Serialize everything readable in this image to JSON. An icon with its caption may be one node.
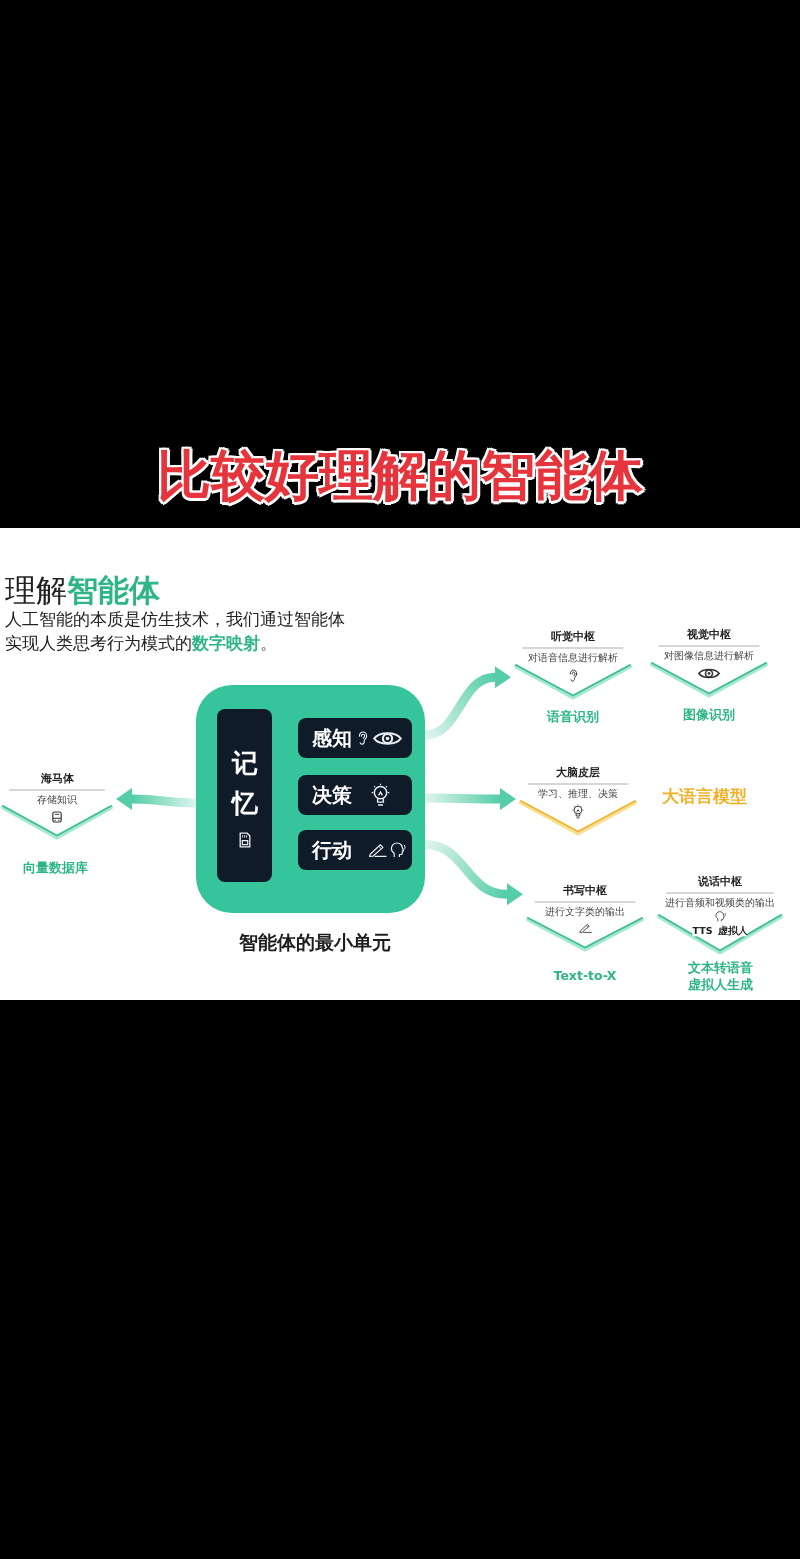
{
  "diagram": {
    "title": "比较好理解的智能体",
    "nodes": [
      {
        "text": [],
        "shape": "box",
        "beside": [
          "智能体的最小单元"
        ]
      },
      {
        "text": [
          "记忆"
        ],
        "in": 0
      },
      {
        "text": [
          "感知"
        ],
        "in": 0
      },
      {
        "text": [
          "决策"
        ],
        "in": 0
      },
      {
        "text": [
          "行动"
        ],
        "in": 0
      },
      {
        "text": [
          "海马体",
          "存储知识"
        ],
        "beside": [
          "向量数据库"
        ]
      },
      {
        "text": [
          "听觉中枢",
          "对语音信息进行解析"
        ],
        "beside": [
          "语音识别"
        ]
      },
      {
        "text": [
          "视觉中枢",
          "对图像信息进行解析"
        ],
        "beside": [
          "图像识别"
        ]
      },
      {
        "text": [
          "大脑皮层",
          "学习、推理、决策"
        ],
        "beside": [
          "大语言模型"
        ]
      },
      {
        "text": [
          "书写中枢",
          "进行文字类的输出"
        ],
        "beside": [
          "Text-to-X"
        ]
      },
      {
        "text": [
          "说话中枢",
          "进行音频和视频类的输出",
          "TTS",
          "虚拟人"
        ],
        "beside": [
          "文本转语音",
          "虚拟人生成"
        ]
      }
    ],
    "edges": [
      {
        "from": 0,
        "to": 5,
        "arrow": "to"
      },
      {
        "from": 0,
        "to": 6,
        "arrow": "to"
      },
      {
        "from": 0,
        "to": 8,
        "arrow": "to"
      },
      {
        "from": 0,
        "to": 9,
        "arrow": "to"
      }
    ],
    "labels": [
      "理解**智能体**",
      "人工智能的本质是仿生技术，我们通过智能体实现人类思考行为模式的**数字映射**。"
    ]
  }
}
